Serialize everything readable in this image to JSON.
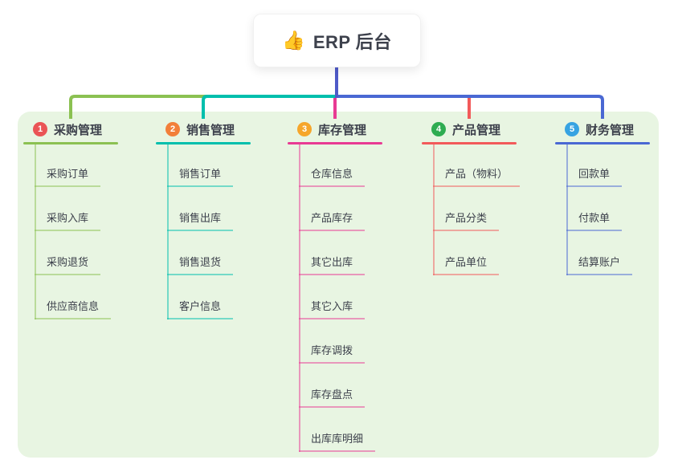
{
  "root": {
    "icon": "👍",
    "icon_name": "thumbs-up-icon",
    "label": "ERP 后台"
  },
  "panel": {
    "background": "#e8f5e2"
  },
  "trunk": {
    "color": "#4f5ac8"
  },
  "text_color": "#3d414c",
  "branches": [
    {
      "badge": "1",
      "label": "采购管理",
      "badge_color": "#ea5455",
      "line_color": "#8bc152",
      "items": [
        "采购订单",
        "采购入库",
        "采购退货",
        "供应商信息"
      ]
    },
    {
      "badge": "2",
      "label": "销售管理",
      "badge_color": "#f27f3a",
      "line_color": "#00bfad",
      "items": [
        "销售订单",
        "销售出库",
        "销售退货",
        "客户信息"
      ]
    },
    {
      "badge": "3",
      "label": "库存管理",
      "badge_color": "#f6a62b",
      "line_color": "#e83a93",
      "items": [
        "仓库信息",
        "产品库存",
        "其它出库",
        "其它入库",
        "库存调拨",
        "库存盘点",
        "出库库明细"
      ]
    },
    {
      "badge": "4",
      "label": "产品管理",
      "badge_color": "#2eac51",
      "line_color": "#f25a5a",
      "items": [
        "产品（物料）",
        "产品分类",
        "产品单位"
      ]
    },
    {
      "badge": "5",
      "label": "财务管理",
      "badge_color": "#37a3e2",
      "line_color": "#4a68d3",
      "items": [
        "回款单",
        "付款单",
        "结算账户"
      ]
    }
  ]
}
